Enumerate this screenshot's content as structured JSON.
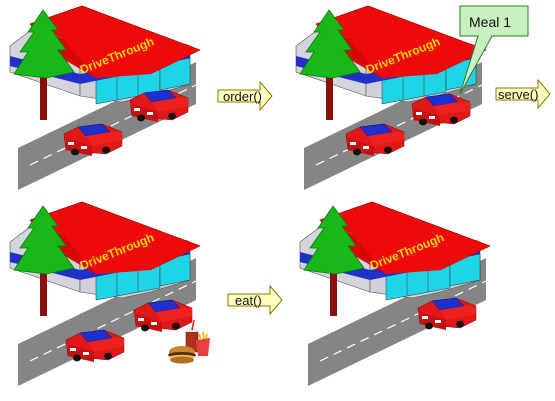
{
  "scene_label": "DriveThrough",
  "actions": {
    "order": "order()",
    "serve": "serve()",
    "eat": "eat()"
  },
  "callout": "Meal 1",
  "colors": {
    "roof": "#ee0a0a",
    "roof_text": "#ffd400",
    "wall_front": "#1ed4e6",
    "wall_side": "#cfd0d8",
    "stripe": "#2030c8",
    "road": "#858585",
    "tree": "#18b818",
    "car_red": "#e01818",
    "car_blue": "#2030d0",
    "arrow_fill": "#ffffc0",
    "callout_fill": "#c8f0c0"
  },
  "icons": [
    "tree-icon",
    "car-icon",
    "meal-icon",
    "right-arrow-icon"
  ]
}
